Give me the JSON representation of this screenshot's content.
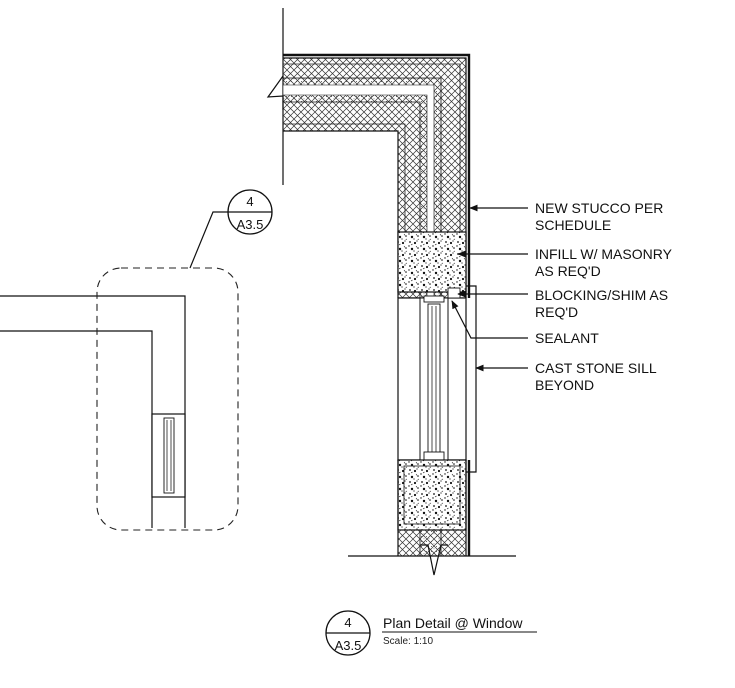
{
  "annotations": [
    {
      "id": "stucco",
      "lines": [
        "NEW STUCCO PER",
        "SCHEDULE"
      ]
    },
    {
      "id": "infill",
      "lines": [
        "INFILL W/ MASONRY",
        "AS REQ'D"
      ]
    },
    {
      "id": "blocking",
      "lines": [
        "BLOCKING/SHIM AS",
        "REQ'D"
      ]
    },
    {
      "id": "sealant",
      "lines": [
        "SEALANT"
      ]
    },
    {
      "id": "sill",
      "lines": [
        "CAST STONE SILL",
        "BEYOND"
      ]
    }
  ],
  "callout_tag": {
    "number": "4",
    "sheet": "A3.5"
  },
  "title_block": {
    "number": "4",
    "sheet": "A3.5",
    "title": "Plan Detail @ Window",
    "scale": "Scale: 1:10"
  }
}
